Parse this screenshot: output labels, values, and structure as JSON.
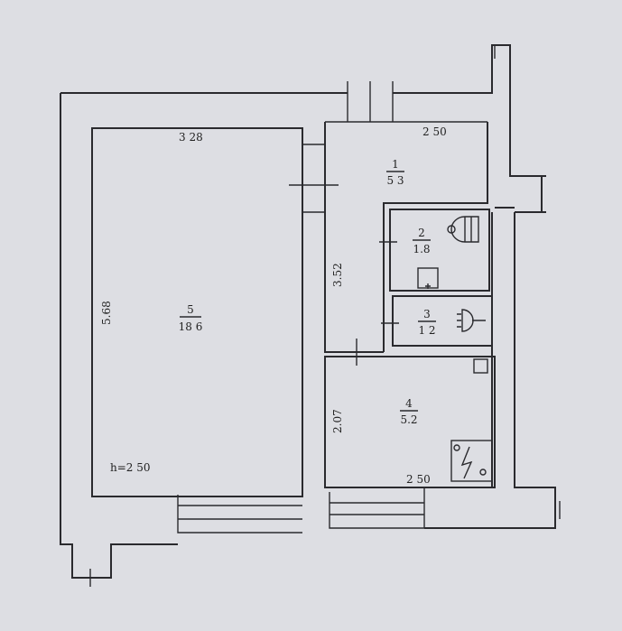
{
  "title": "Floor plan",
  "ceiling_height": "h=2 50",
  "dimensions": {
    "room5_width": "3 28",
    "room5_length": "5.68",
    "room1_width": "2 50",
    "corridor_length": "3.52",
    "room4_length": "2.07",
    "room4_width": "2 50"
  },
  "rooms": [
    {
      "number": "1",
      "area": "5 3"
    },
    {
      "number": "2",
      "area": "1.8"
    },
    {
      "number": "3",
      "area": "1 2"
    },
    {
      "number": "4",
      "area": "5.2"
    },
    {
      "number": "5",
      "area": "18 6"
    }
  ],
  "icons": [
    "toilet-icon",
    "sink-icon",
    "bathtub-icon",
    "stove-icon"
  ]
}
